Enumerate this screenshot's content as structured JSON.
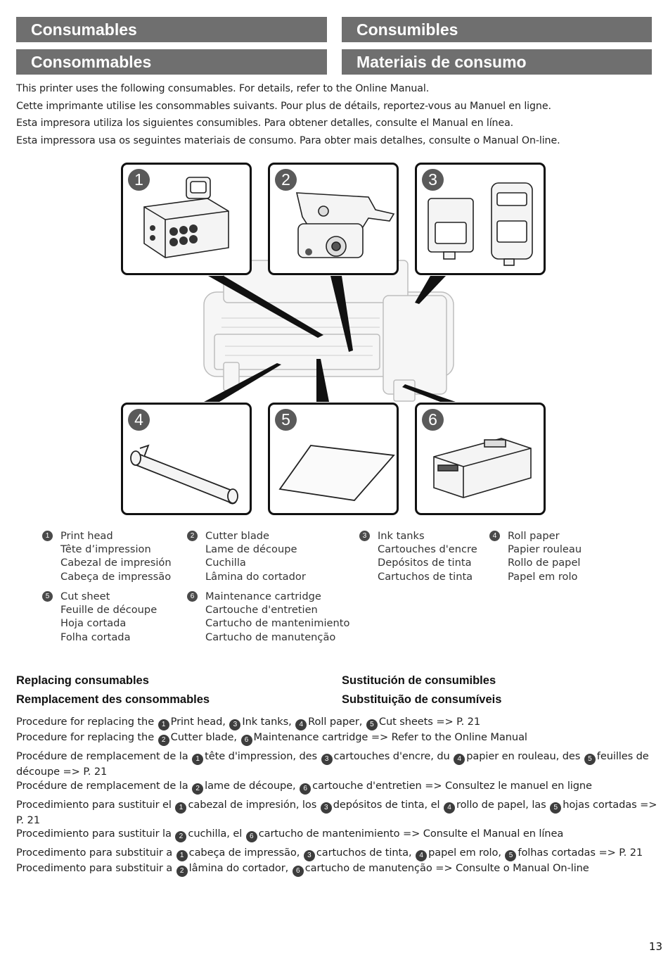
{
  "headers": {
    "en": "Consumables",
    "es": "Consumibles",
    "fr": "Consommables",
    "pt": "Materiais de consumo"
  },
  "intro": [
    "This printer uses the following consumables. For details, refer to the Online Manual.",
    "Cette imprimante utilise les consommables suivants. Pour plus de détails, reportez-vous au Manuel en ligne.",
    "Esta impresora utiliza los siguientes consumibles. Para obtener detalles, consulte el Manual en línea.",
    "Esta impressora usa os seguintes materiais de consumo. Para obter mais detalhes, consulte o Manual On-line."
  ],
  "panels": [
    {
      "num": "1",
      "icon": "print-head-icon"
    },
    {
      "num": "2",
      "icon": "cutter-blade-icon"
    },
    {
      "num": "3",
      "icon": "ink-tanks-icon"
    },
    {
      "num": "4",
      "icon": "roll-paper-icon"
    },
    {
      "num": "5",
      "icon": "cut-sheet-icon"
    },
    {
      "num": "6",
      "icon": "maintenance-cartridge-icon"
    }
  ],
  "legend": [
    {
      "num": "1",
      "lines": [
        "Print head",
        "Tête d’impression",
        "Cabezal de impresión",
        "Cabeça de impressão"
      ]
    },
    {
      "num": "2",
      "lines": [
        "Cutter blade",
        "Lame de découpe",
        "Cuchilla",
        "Lâmina do cortador"
      ]
    },
    {
      "num": "3",
      "lines": [
        "Ink tanks",
        "Cartouches d'encre",
        "Depósitos de tinta",
        "Cartuchos de tinta"
      ]
    },
    {
      "num": "4",
      "lines": [
        "Roll paper",
        "Papier rouleau",
        "Rollo de papel",
        "Papel em rolo"
      ]
    },
    {
      "num": "5",
      "lines": [
        "Cut sheet",
        "Feuille de découpe",
        "Hoja cortada",
        "Folha cortada"
      ]
    },
    {
      "num": "6",
      "lines": [
        "Maintenance cartridge",
        "Cartouche d'entretien",
        "Cartucho de mantenimiento",
        "Cartucho de manutenção"
      ]
    }
  ],
  "replacing": {
    "en": "Replacing consumables",
    "fr": "Remplacement des consommables",
    "es": "Sustitución de consumibles",
    "pt": "Substituição de consumíveis"
  },
  "procedures": {
    "en1": {
      "a": "Procedure for replacing the",
      "b": "Print head,",
      "c": "Ink tanks,",
      "d": "Roll paper,",
      "e": "Cut sheets => P. 21"
    },
    "en2": {
      "a": "Procedure for replacing the",
      "b": "Cutter blade,",
      "c": "Maintenance cartridge => Refer to the Online Manual"
    },
    "fr1": {
      "a": "Procédure de remplacement de la",
      "b": "tête d'impression, des",
      "c": "cartouches d'encre, du",
      "d": "papier en rouleau, des",
      "e": "feuilles de découpe => P. 21"
    },
    "fr2": {
      "a": "Procédure de remplacement de la",
      "b": "lame de découpe,",
      "c": "cartouche d'entretien => Consultez le manuel en ligne"
    },
    "es1": {
      "a": "Procedimiento para sustituir el",
      "b": "cabezal de impresión, los",
      "c": "depósitos de tinta, el",
      "d": "rollo de papel, las",
      "e": "hojas cortadas => P. 21"
    },
    "es2": {
      "a": "Procedimiento para sustituir la",
      "b": "cuchilla, el",
      "c": "cartucho de mantenimiento => Consulte el Manual en línea"
    },
    "pt1": {
      "a": "Procedimento para substituir a",
      "b": "cabeça de impressão,",
      "c": "cartuchos de tinta,",
      "d": "papel em rolo,",
      "e": "folhas cortadas => P. 21"
    },
    "pt2": {
      "a": "Procedimento para substituir a",
      "b": "lâmina do cortador,",
      "c": "cartucho de manutenção => Consulte o Manual On-line"
    }
  },
  "page_number": "13"
}
